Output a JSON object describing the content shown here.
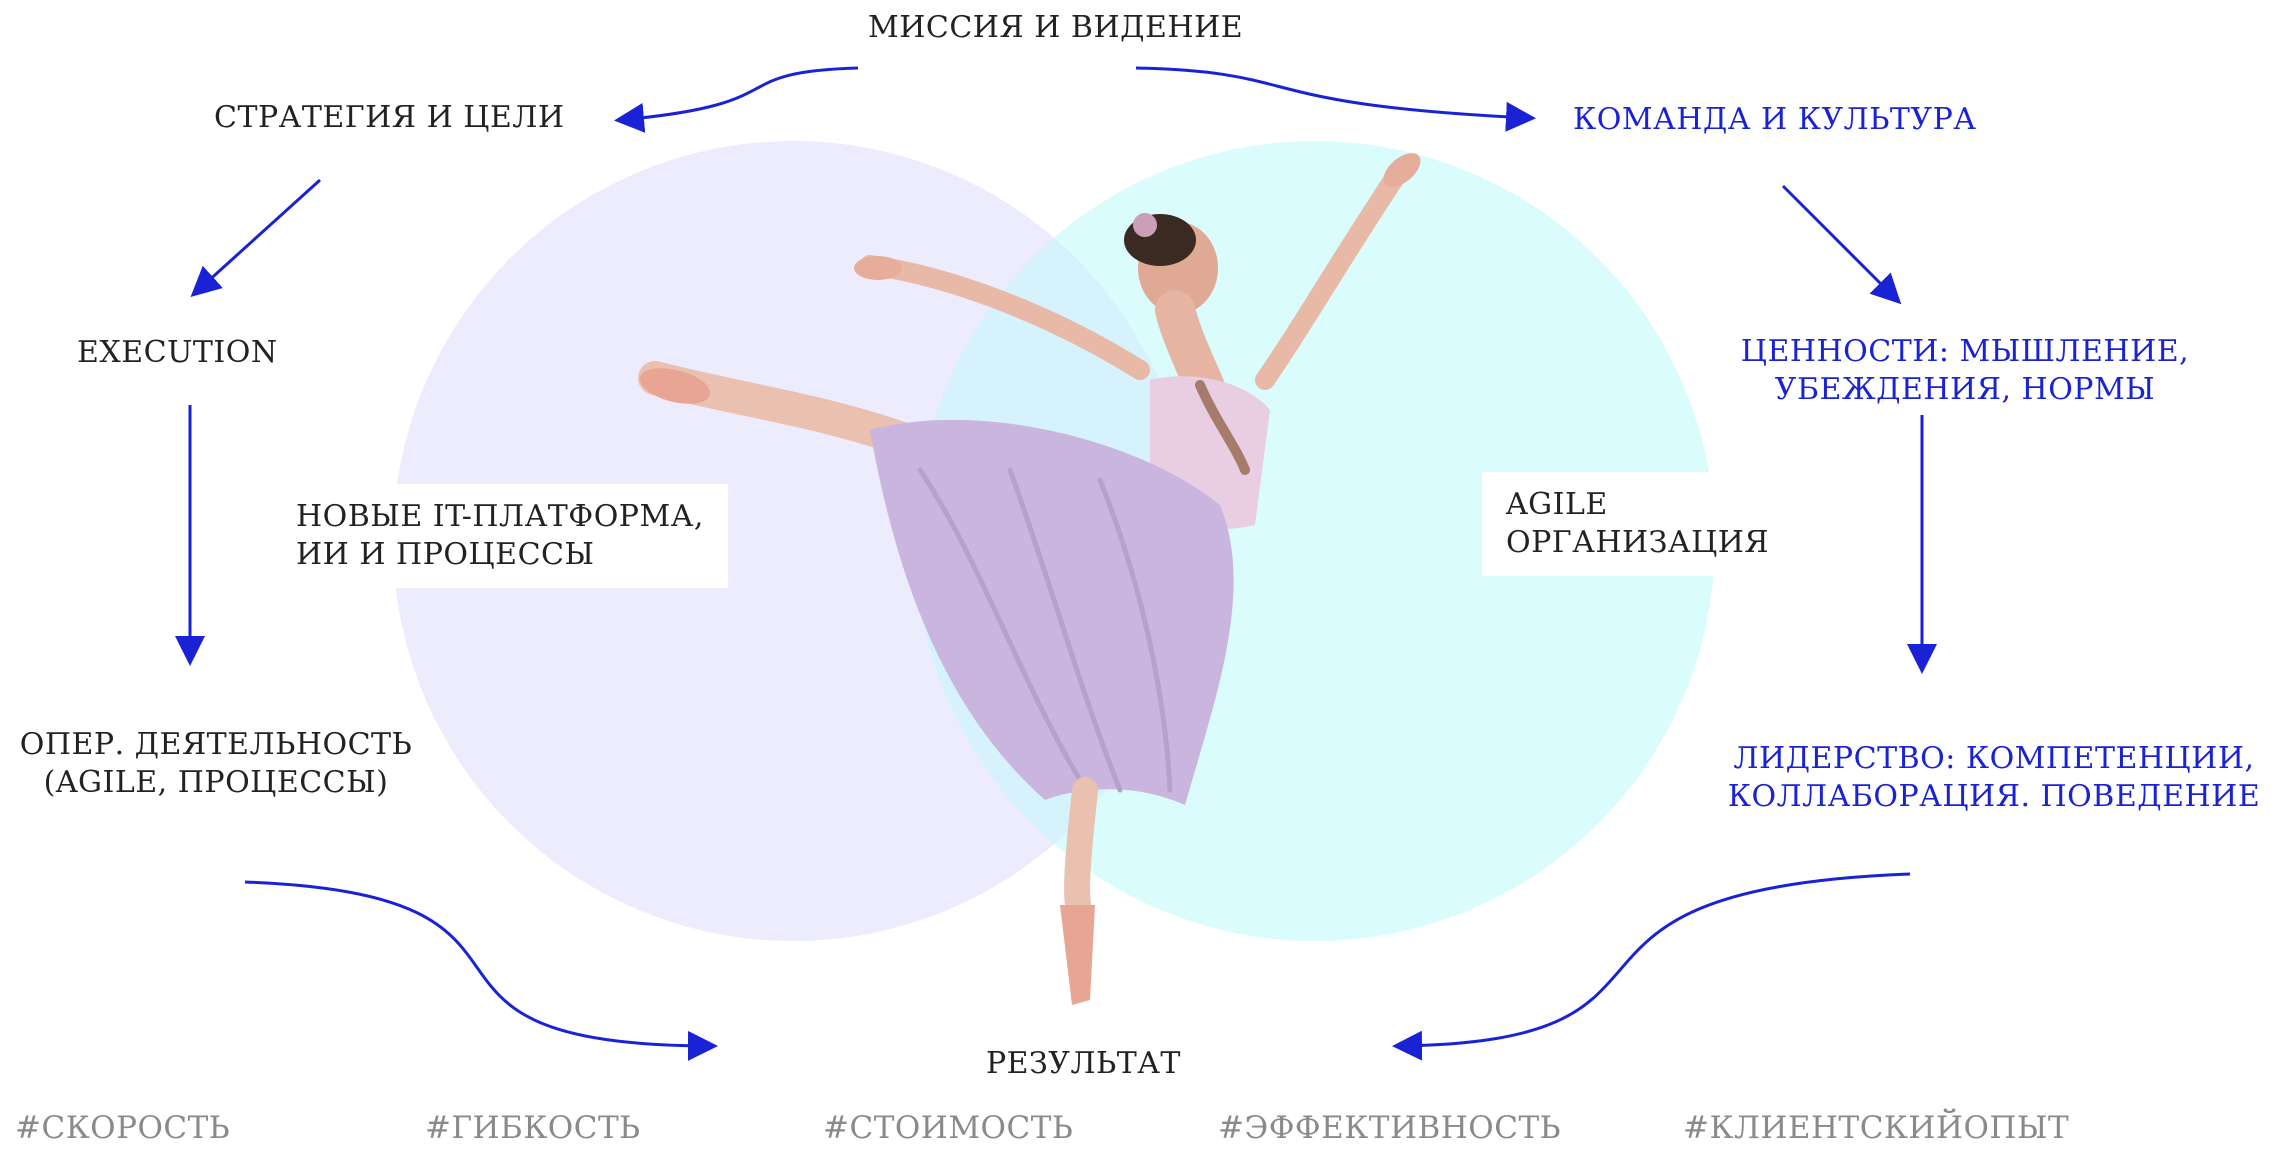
{
  "diagram": {
    "top": {
      "mission": "МИССИЯ И ВИДЕНИЕ"
    },
    "left_chain": {
      "strategy": "СТРАТЕГИЯ И ЦЕЛИ",
      "execution": "EXECUTION",
      "operations_line1": "ОПЕР. ДЕЯТЕЛЬНОСТЬ",
      "operations_line2": "(AGILE, ПРОЦЕССЫ)"
    },
    "right_chain": {
      "team": "КОМАНДА И КУЛЬТУРА",
      "values_line1": "ЦЕННОСТИ: МЫШЛЕНИЕ,",
      "values_line2": "УБЕЖДЕНИЯ, НОРМЫ",
      "leadership_line1": "ЛИДЕРСТВО: КОМПЕТЕНЦИИ,",
      "leadership_line2": "КОЛЛАБОРАЦИЯ. ПОВЕДЕНИЕ"
    },
    "circles": {
      "left_line1": "НОВЫЕ IT-ПЛАТФОРМА,",
      "left_line2": "ИИ И ПРОЦЕССЫ",
      "right_line1": "AGILE",
      "right_line2": "ОРГАНИЗАЦИЯ"
    },
    "result": "РЕЗУЛЬТАТ",
    "hashtags": [
      "#СКОРОСТЬ",
      "#ГИБКОСТЬ",
      "#СТОИМОСТЬ",
      "#ЭФФЕКТИВНОСТЬ",
      "#КЛИЕНТСКИЙОПЫТ"
    ],
    "center_image": "ballerina-photo",
    "colors": {
      "arrow": "#1a22d6",
      "blue_text": "#1a22d6",
      "dark_text": "#222222",
      "hashtag": "#8a8a8a",
      "circle_left": "#ececfd",
      "circle_right": "#dbfcfd"
    }
  }
}
